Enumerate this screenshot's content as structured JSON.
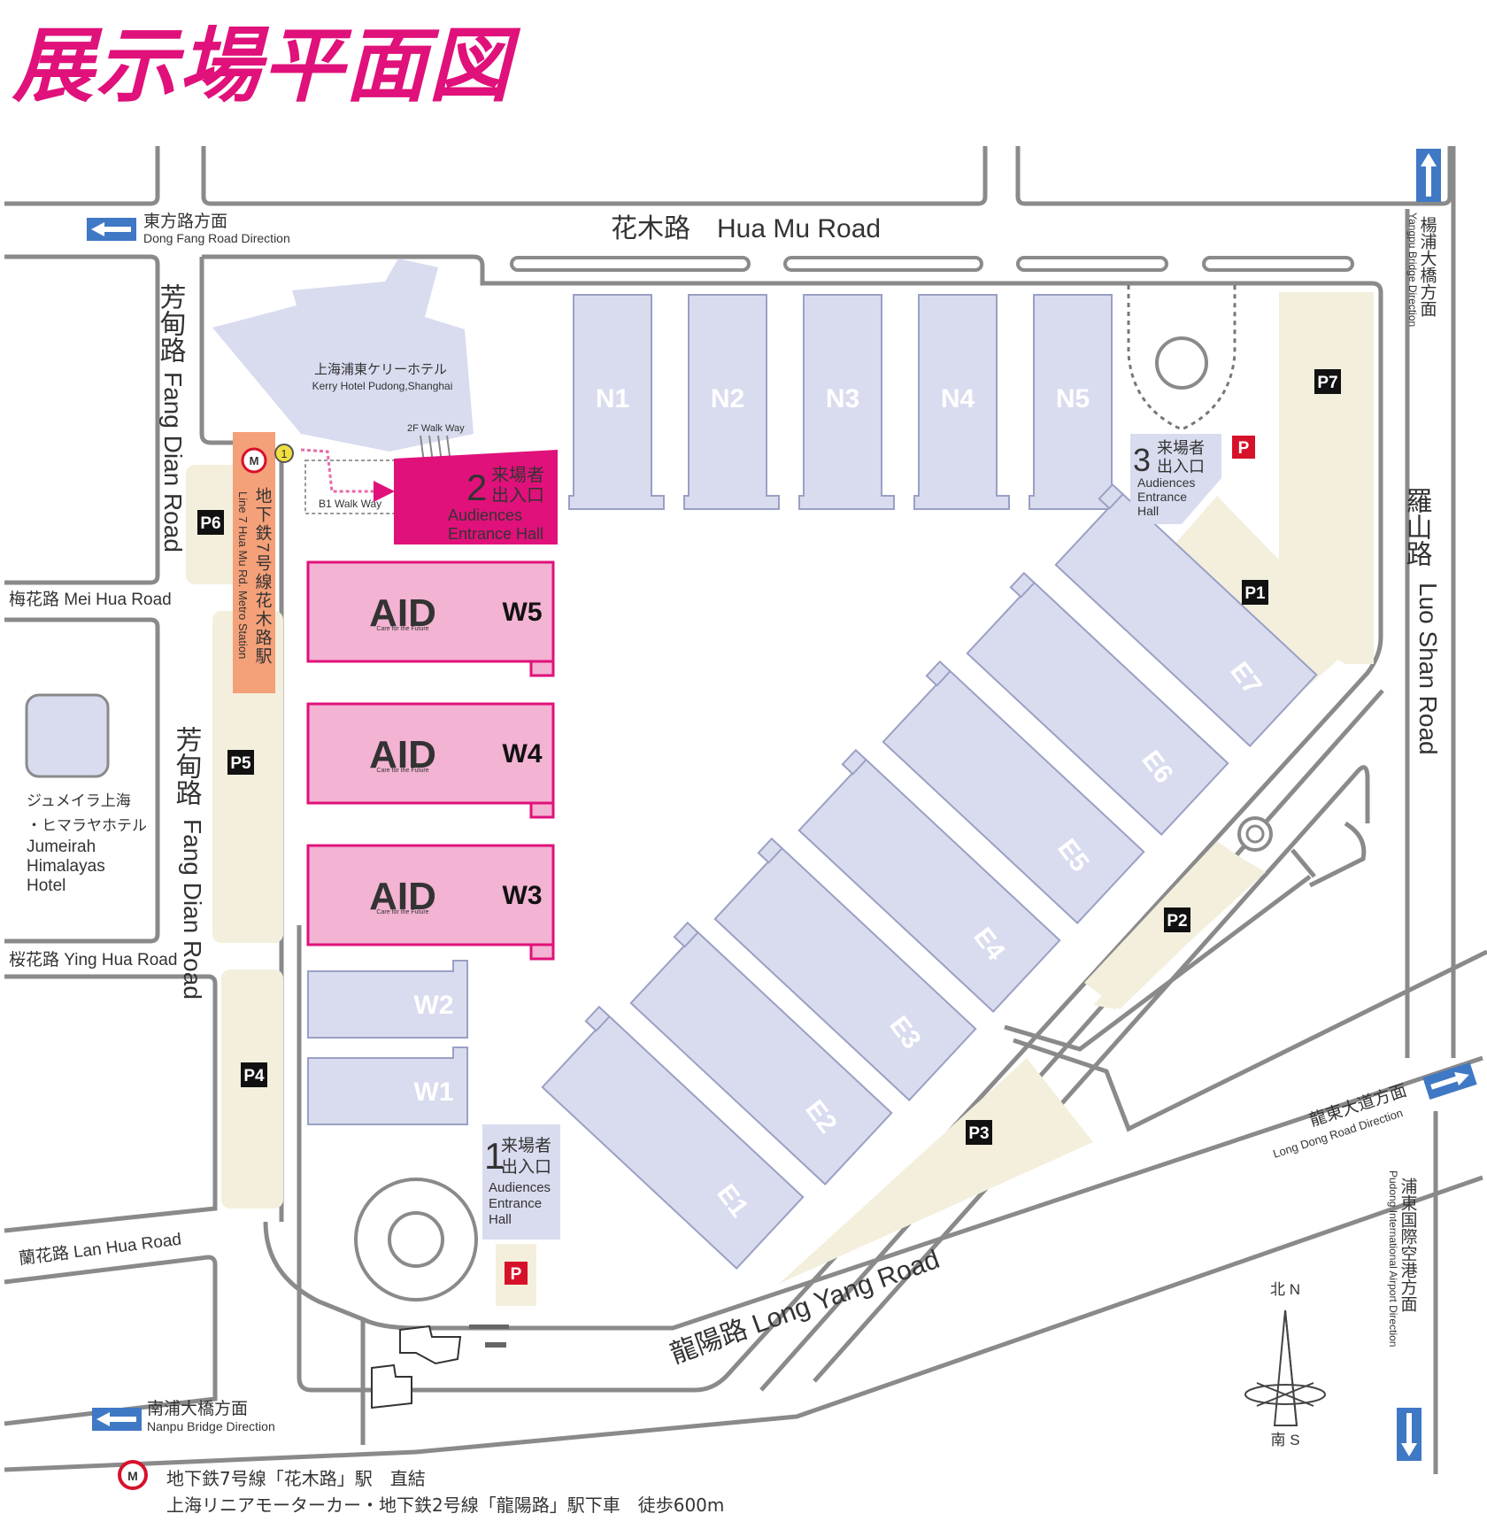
{
  "title": "展示場平面図",
  "colors": {
    "accent": "#e0117a",
    "hall": "#d9dcef",
    "aid_hall": "#f3b3d2",
    "parking_area": "#f3efdc",
    "road_outline": "#888888",
    "metro_strip": "#f4a079",
    "direction_arrow": "#3f78c5",
    "parking_sign": "#d6122a"
  },
  "roads": {
    "hua_mu": "花木路　Hua Mu Road",
    "fang_dian_top_jp": "芳甸路",
    "fang_dian_top_en": "Fang Dian Road",
    "fang_dian_mid_jp": "芳甸路",
    "fang_dian_mid_en": "Fang Dian Road",
    "mei_hua": "梅花路 Mei Hua Road",
    "ying_hua": "桜花路 Ying Hua Road",
    "lan_hua": "蘭花路 Lan Hua Road",
    "long_yang": "龍陽路 Long Yang Road",
    "luo_shan_jp": "羅山路",
    "luo_shan_en": "Luo Shan Road"
  },
  "directions": {
    "dong_fang_jp": "東方路方面",
    "dong_fang_en": "Dong Fang Road Direction",
    "yangpu_jp": "楊浦大橋方面",
    "yangpu_en": "Yangpu Bridge Direction",
    "long_dong_jp": "龍東大道方面",
    "long_dong_en": "Long Dong Road Direction",
    "pudong_airport_jp": "浦東国際空港方面",
    "pudong_airport_en": "Pudong International Airport Direction",
    "nanpu_jp": "南浦大橋方面",
    "nanpu_en": "Nanpu Bridge Direction"
  },
  "landmarks": {
    "kerry_jp": "上海浦東ケリーホテル",
    "kerry_en": "Kerry Hotel Pudong,Shanghai",
    "walk_2f": "2F Walk Way",
    "walk_b1": "B1 Walk Way",
    "jumeirah_jp1": "ジュメイラ上海",
    "jumeirah_jp2": "・ヒマラヤホテル",
    "jumeirah_en1": "Jumeirah",
    "jumeirah_en2": "Himalayas",
    "jumeirah_en3": "Hotel",
    "metro_jp": "地下鉄7号線花木路駅",
    "metro_en": "Line 7 Hua Mu Rd. Metro Station",
    "exit_no": "1"
  },
  "entrances": [
    {
      "num": "1",
      "jp1": "来場者",
      "jp2": "出入口",
      "en1": "Audiences",
      "en2": "Entrance",
      "en3": "Hall"
    },
    {
      "num": "2",
      "jp1": "来場者",
      "jp2": "出入口",
      "en1": "Audiences",
      "en2": "Entrance Hall",
      "en3": ""
    },
    {
      "num": "3",
      "jp1": "来場者",
      "jp2": "出入口",
      "en1": "Audiences",
      "en2": "Entrance",
      "en3": "Hall"
    }
  ],
  "halls_north": [
    "N1",
    "N2",
    "N3",
    "N4",
    "N5"
  ],
  "halls_east": [
    "E1",
    "E2",
    "E3",
    "E4",
    "E5",
    "E6",
    "E7"
  ],
  "halls_west_plain": [
    "W2",
    "W1"
  ],
  "halls_west_aid": [
    "W5",
    "W4",
    "W3"
  ],
  "aid_logo": {
    "text": "AID",
    "tagline": "Care for the Future"
  },
  "parking": [
    "P1",
    "P2",
    "P3",
    "P4",
    "P5",
    "P6",
    "P7"
  ],
  "parking_sign": "P",
  "compass": {
    "north": "北 N",
    "south": "南 S"
  },
  "footer": {
    "line1": "地下鉄7号線「花木路」駅　直結",
    "line2": "上海リニアモーターカー・地下鉄2号線「龍陽路」駅下車　徒歩600m"
  }
}
